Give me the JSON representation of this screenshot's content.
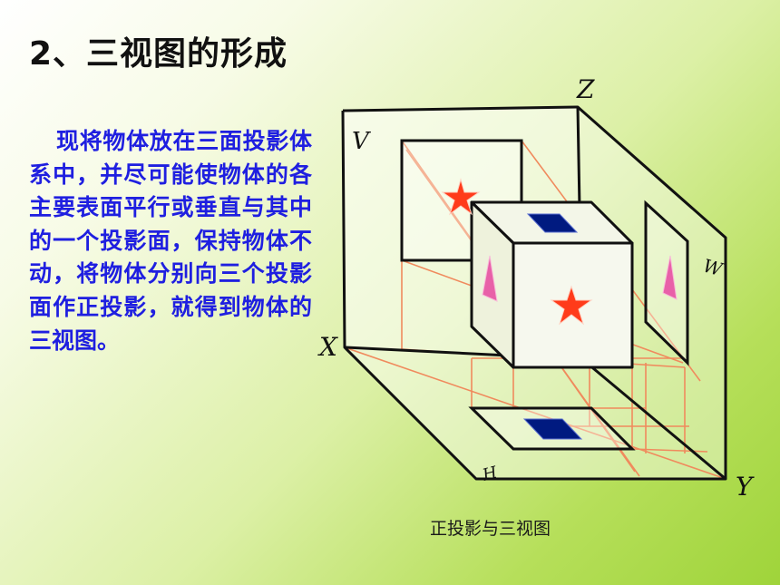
{
  "title": "2、三视图的形成",
  "body_text": "现将物体放在三面投影体系中，并尽可能使物体的各主要表面平行或垂直与其中的一个投影面，保持物体不动，将物体分别向三个投影面作正投影，就得到物体的三视图。",
  "diagram": {
    "labels": {
      "z_axis": "Z",
      "v_plane": "V",
      "w_plane": "W",
      "x_axis": "X",
      "y_axis": "Y",
      "h_plane": "H"
    },
    "caption": "正投影与三视图"
  },
  "colors": {
    "title": "#111111",
    "body_text": "#1f1fe0",
    "projection_lines": "#f08a5d",
    "star": "#ff3b1a",
    "rhombus": "#001a80",
    "triangle": "#e860a8"
  }
}
